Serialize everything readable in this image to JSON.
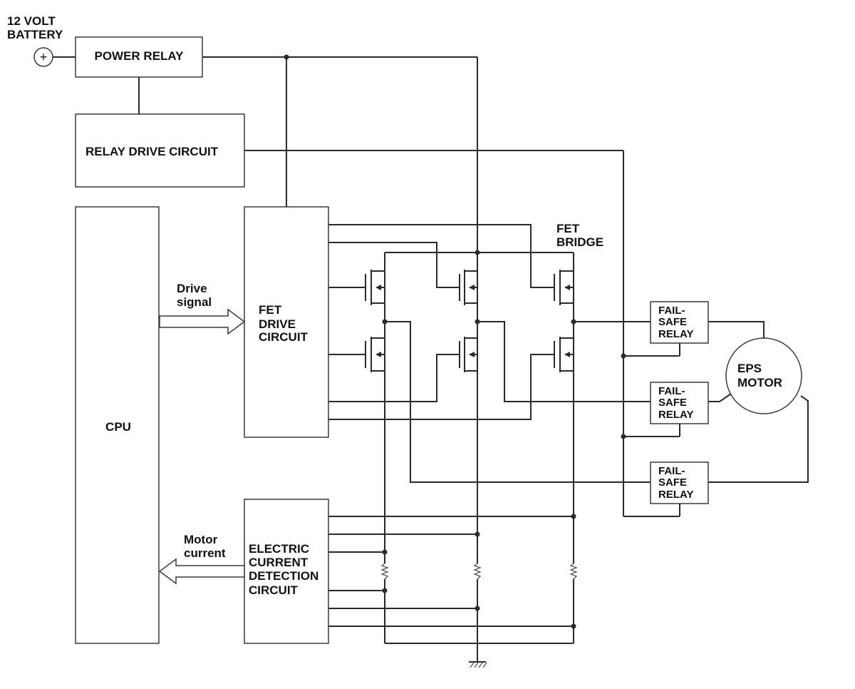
{
  "battery": {
    "line1": "12 VOLT",
    "line2": "BATTERY",
    "symbol": "+"
  },
  "power_relay": "POWER RELAY",
  "relay_drive_circuit": "RELAY DRIVE CIRCUIT",
  "cpu": "CPU",
  "drive_signal": {
    "line1": "Drive",
    "line2": "signal"
  },
  "fet_drive_circuit": {
    "line1": "FET",
    "line2": "DRIVE",
    "line3": "CIRCUIT"
  },
  "fet_bridge": {
    "line1": "FET",
    "line2": "BRIDGE"
  },
  "fail_safe_relay": {
    "line1": "FAIL-",
    "line2": "SAFE",
    "line3": "RELAY"
  },
  "eps_motor": {
    "line1": "EPS",
    "line2": "MOTOR"
  },
  "motor_current": {
    "line1": "Motor",
    "line2": "current"
  },
  "electric_current_detection_circuit": {
    "line1": "ELECTRIC",
    "line2": "CURRENT",
    "line3": "DETECTION",
    "line4": "CIRCUIT"
  },
  "colors": {
    "line": "#2a2a2a",
    "box_border": "#3a3a3a",
    "background": "#ffffff"
  }
}
